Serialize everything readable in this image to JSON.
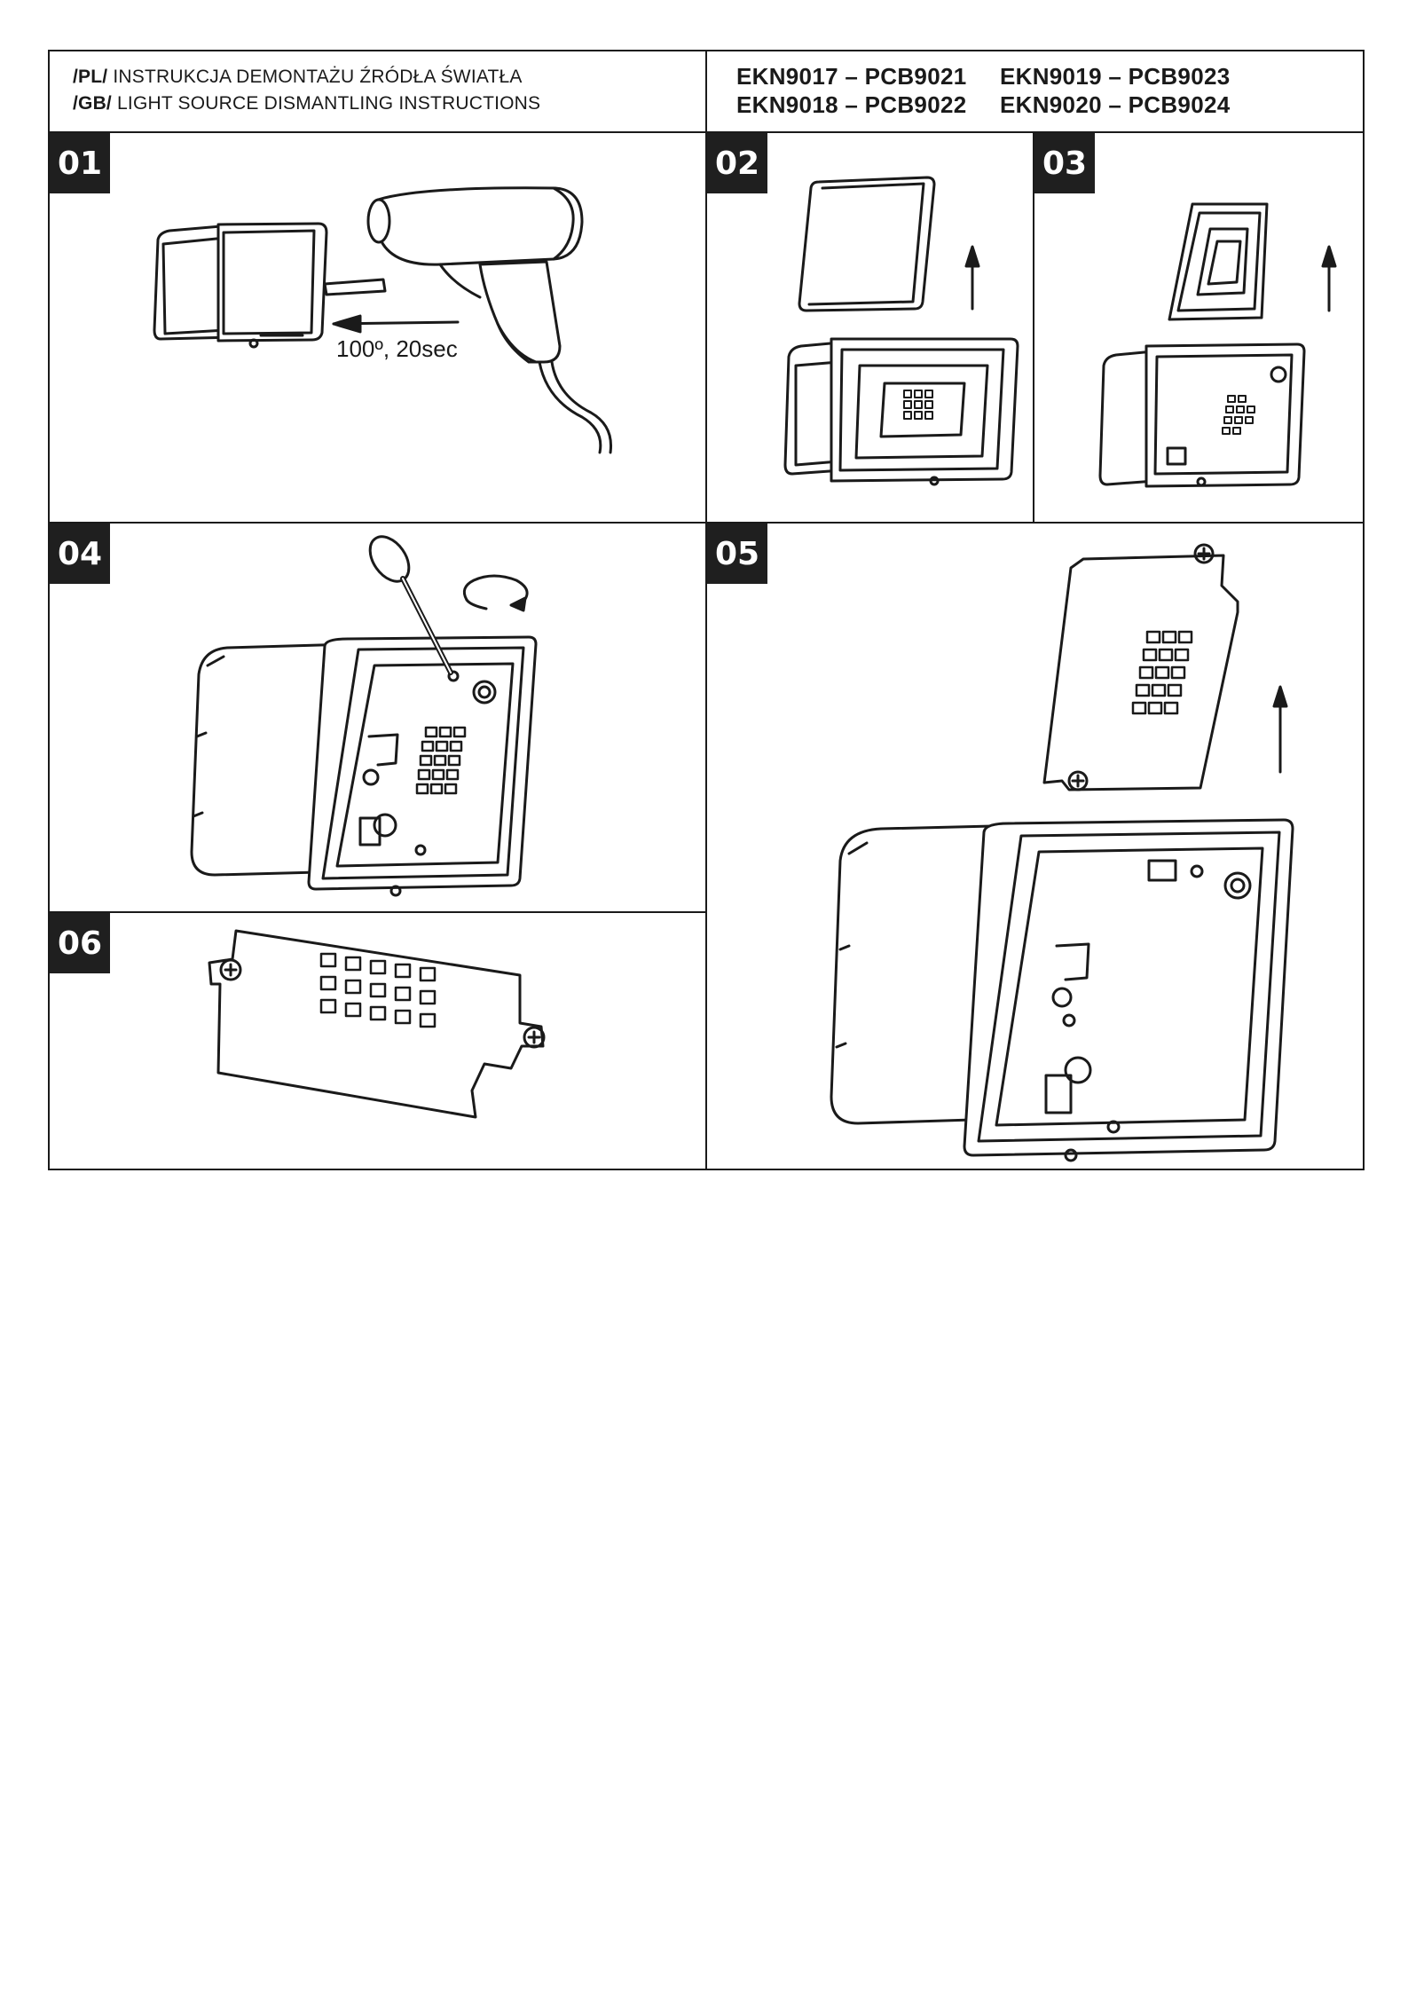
{
  "header": {
    "pl_code": "/PL/",
    "pl_title": "INSTRUKCJA DEMONTAŻU ŹRÓDŁA ŚWIATŁA",
    "gb_code": "/GB/",
    "gb_title": "LIGHT SOURCE DISMANTLING INSTRUCTIONS",
    "models": [
      "EKN9017 – PCB9021",
      "EKN9018 – PCB9022",
      "EKN9019 – PCB9023",
      "EKN9020 – PCB9024"
    ]
  },
  "steps": [
    {
      "number": "01",
      "annotation": "100º, 20sec"
    },
    {
      "number": "02"
    },
    {
      "number": "03"
    },
    {
      "number": "04"
    },
    {
      "number": "05"
    },
    {
      "number": "06"
    }
  ],
  "icons": [
    "heat-gun-icon",
    "screwdriver-icon",
    "rotate-arrow-icon",
    "up-arrow-icon",
    "left-arrow-icon"
  ]
}
